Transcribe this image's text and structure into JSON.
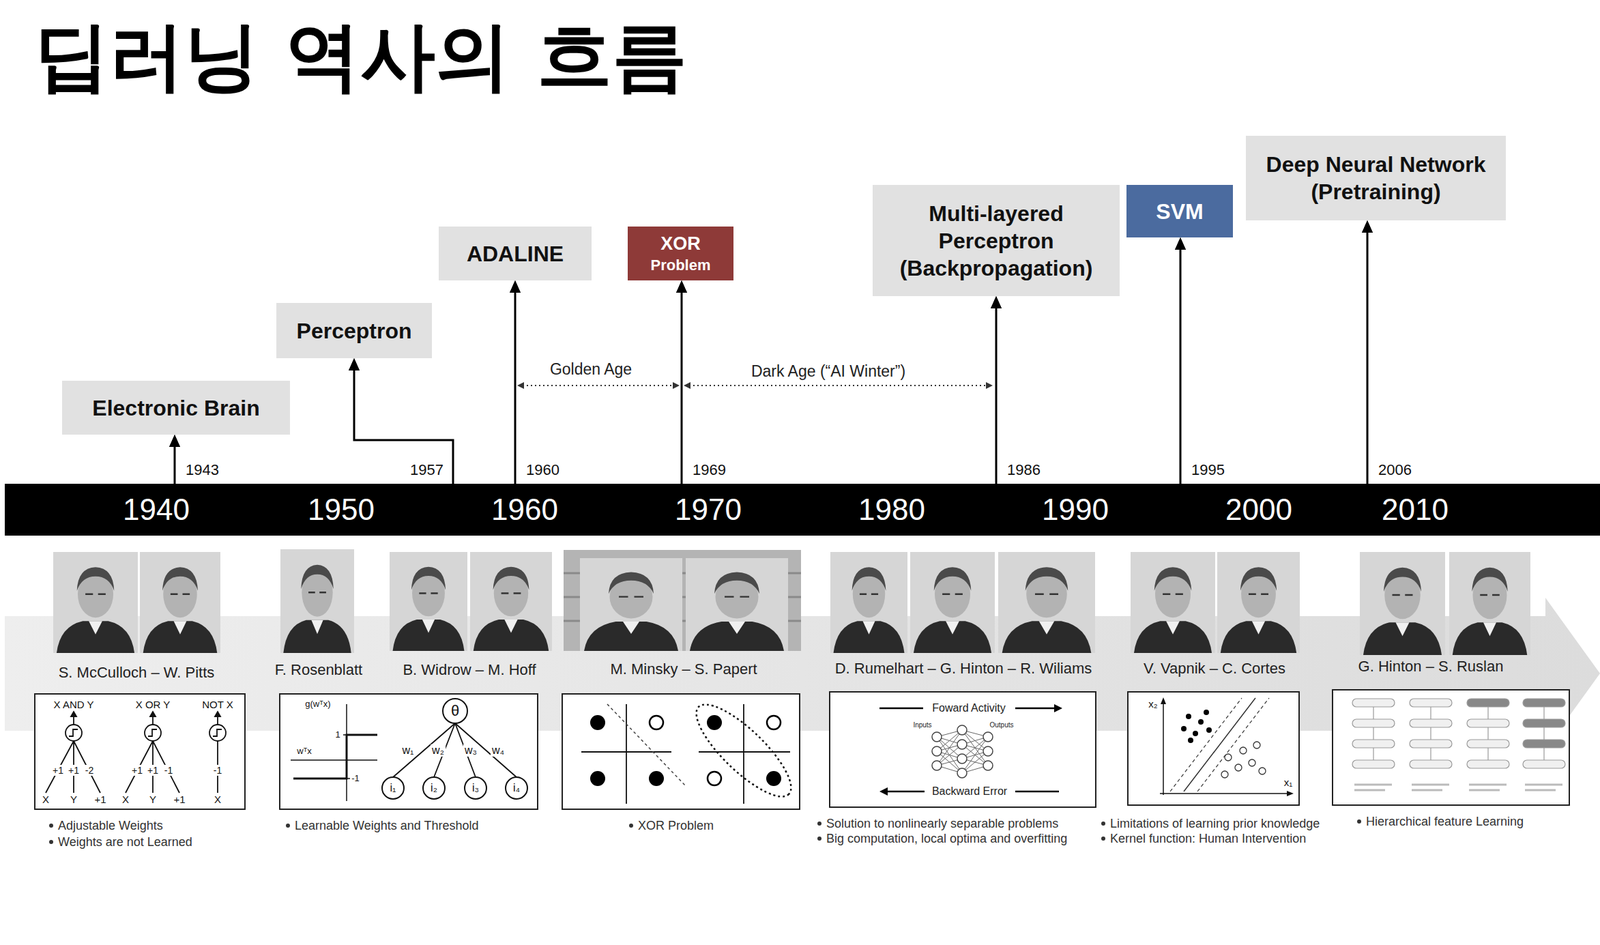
{
  "diagram": {
    "title": "딥러닝 역사의 흐름",
    "nodes": [
      {
        "text": [
          "Electronic Brain"
        ]
      },
      {
        "text": [
          "Perceptron"
        ]
      },
      {
        "text": [
          "ADALINE"
        ]
      },
      {
        "text": [
          "XOR",
          "Problem"
        ]
      },
      {
        "text": [
          "Multi-layered Perceptron (Backpropagation)"
        ]
      },
      {
        "text": [
          "SVM"
        ]
      },
      {
        "text": [
          "Deep Neural Network (Pretraining)"
        ]
      },
      {
        "text": [
          "1940",
          "1950",
          "1960",
          "1970",
          "1980",
          "1990",
          "2000",
          "2010"
        ]
      }
    ],
    "edges": [
      {
        "from": 7,
        "to": 0,
        "arrow": "to",
        "label": "1943"
      },
      {
        "from": 7,
        "to": 1,
        "arrow": "to",
        "label": "1957"
      },
      {
        "from": 7,
        "to": 2,
        "arrow": "to",
        "label": "1960"
      },
      {
        "from": 7,
        "to": 3,
        "arrow": "to",
        "label": "1969"
      },
      {
        "from": 7,
        "to": 4,
        "arrow": "to",
        "label": "1986"
      },
      {
        "from": 7,
        "to": 5,
        "arrow": "to",
        "label": "1995"
      },
      {
        "from": 7,
        "to": 6,
        "arrow": "to",
        "label": "2006"
      }
    ],
    "labels": [
      "Golden Age",
      "Dark Age (“AI Winter”)",
      "S. McCulloch – W. Pitts",
      "F. Rosenblatt",
      "B. Widrow – M. Hoff",
      "M. Minsky – S. Papert",
      "D. Rumelhart – G. Hinton – R. Wiliams",
      "V. Vapnik – C. Cortes",
      "G. Hinton – S. Ruslan",
      "X AND Y",
      "X OR Y",
      "NOT X",
      "+1",
      "+1",
      "-2",
      "X",
      "Y",
      "+1",
      "+1",
      "+1",
      "-1",
      "X",
      "Y",
      "+1",
      "-1",
      "X",
      "g(wᵀx)",
      "1",
      "-1",
      "wᵀx",
      "θ",
      "w₁",
      "w₂",
      "w₃",
      "w₄",
      "i₁",
      "i₂",
      "i₃",
      "i₄",
      "Foward Activity",
      "Inputs",
      "Outputs",
      "Backward Error",
      "x₂",
      "x₁",
      "Adjustable Weights",
      "Weights are not Learned",
      "Learnable Weights and Threshold",
      "XOR Problem",
      "Solution to nonlinearly separable problems",
      "Big computation, local optima and overfitting",
      "Limitations of learning prior knowledge",
      "Kernel function: Human Intervention",
      "Hierarchical feature Learning"
    ]
  }
}
